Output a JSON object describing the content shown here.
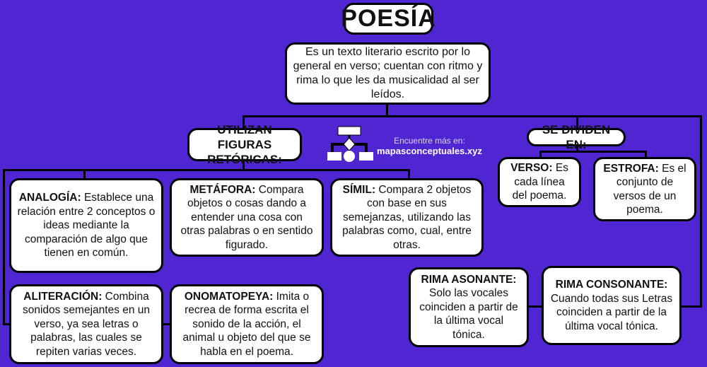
{
  "title": "POESÍA",
  "definition": "Es un texto literario escrito por lo general en verso; cuentan con ritmo y rima lo que les da musicalidad al ser leídos.",
  "branch_left": {
    "label": "UTILIZAN FIGURAS RETÓRICAS:",
    "items": [
      {
        "term": "ANALOGÍA:",
        "text": " Establece una relación entre 2 conceptos o ideas mediante la comparación de algo que tienen en común."
      },
      {
        "term": "METÁFORA:",
        "text": " Compara objetos o cosas dando a entender una cosa con otras palabras o en sentido figurado."
      },
      {
        "term": "SÍMIL:",
        "text": " Compara 2 objetos con base en sus semejanzas, utilizando las palabras como, cual, entre otras."
      },
      {
        "term": "ALITERACIÓN:",
        "text": " Combina sonidos semejantes en un verso, ya sea letras o palabras, las cuales se repiten varias veces."
      },
      {
        "term": "ONOMATOPEYA:",
        "text": " Imita o recrea de forma escrita el sonido de la acción, el animal u objeto del que se habla en el poema."
      }
    ]
  },
  "branch_right": {
    "label": "SE DIVIDEN EN:",
    "items": [
      {
        "term": "VERSO:",
        "text": " Es cada línea del poema."
      },
      {
        "term": "ESTROFA:",
        "text": " Es el conjunto de versos de un poema."
      },
      {
        "term": "RIMA ASONANTE:",
        "text": "Solo las vocales coinciden a partir de la última vocal tónica."
      },
      {
        "term": "RIMA CONSONANTE:",
        "text": "Cuando todas sus Letras coinciden a partir de la última vocal tónica."
      }
    ]
  },
  "watermark": {
    "line1": "Encuentre más en:",
    "line2": "mapasconceptuales.xyz"
  },
  "colors": {
    "background": "#5026d2",
    "box": "#ffffff",
    "border": "#000000"
  }
}
